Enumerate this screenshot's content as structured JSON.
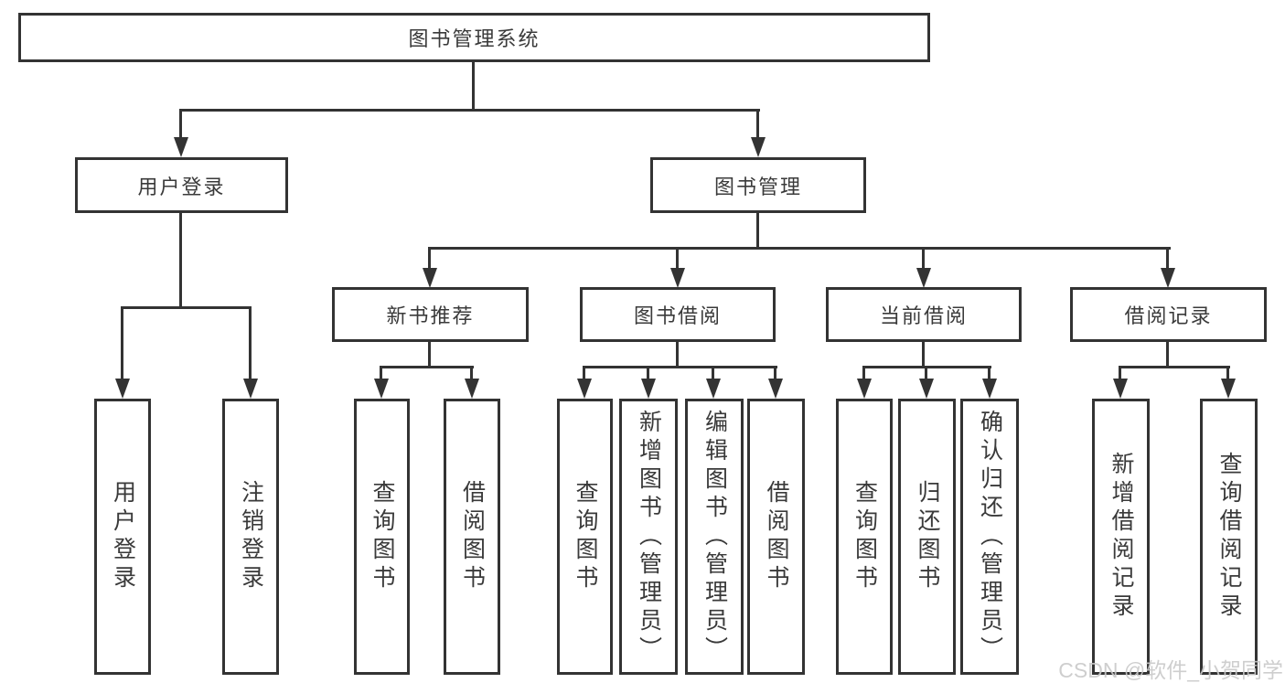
{
  "diagram": {
    "type": "hierarchy-tree",
    "root": {
      "label": "图书管理系统"
    },
    "level2": [
      {
        "label": "用户登录",
        "parent": "图书管理系统"
      },
      {
        "label": "图书管理",
        "parent": "图书管理系统"
      }
    ],
    "level3": [
      {
        "label": "新书推荐",
        "parent": "图书管理"
      },
      {
        "label": "图书借阅",
        "parent": "图书管理"
      },
      {
        "label": "当前借阅",
        "parent": "图书管理"
      },
      {
        "label": "借阅记录",
        "parent": "图书管理"
      }
    ],
    "leaves": [
      {
        "label": "用户登录",
        "parent": "用户登录"
      },
      {
        "label": "注销登录",
        "parent": "用户登录"
      },
      {
        "label": "查询图书",
        "parent": "新书推荐"
      },
      {
        "label": "借阅图书",
        "parent": "新书推荐"
      },
      {
        "label": "查询图书",
        "parent": "图书借阅"
      },
      {
        "label": "新增图书（管理员）",
        "parent": "图书借阅"
      },
      {
        "label": "编辑图书（管理员）",
        "parent": "图书借阅"
      },
      {
        "label": "借阅图书",
        "parent": "图书借阅"
      },
      {
        "label": "查询图书",
        "parent": "当前借阅"
      },
      {
        "label": "归还图书",
        "parent": "当前借阅"
      },
      {
        "label": "确认归还（管理员）",
        "parent": "当前借阅"
      },
      {
        "label": "新增借阅记录",
        "parent": "借阅记录"
      },
      {
        "label": "查询借阅记录",
        "parent": "借阅记录"
      }
    ]
  },
  "watermark": "CSDN @软件_小贺同学",
  "colors": {
    "line": "#333333",
    "text": "#3a3a3a",
    "background": "#ffffff",
    "watermark": "#c9c9c9"
  }
}
